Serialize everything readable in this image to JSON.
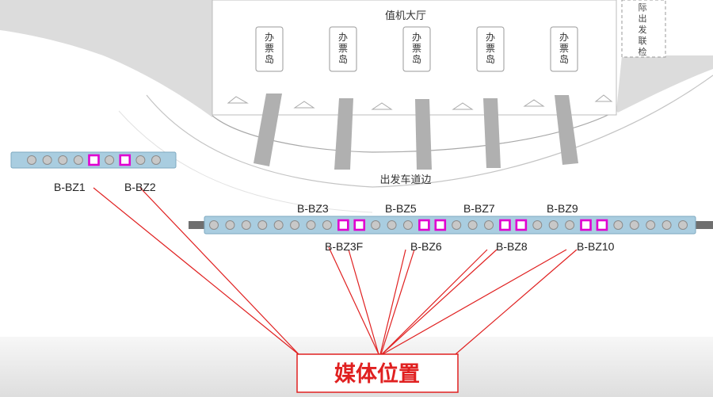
{
  "terminal": {
    "hall_label": "值机大厅",
    "counter_label": "办票岛",
    "counter_count": 5,
    "side_label": "际出发联检",
    "curb_label": "出发车道边"
  },
  "media": {
    "left_platform_slots": [
      0,
      0,
      0,
      0,
      1,
      0,
      1,
      0,
      0
    ],
    "right_platform_slots": [
      0,
      0,
      0,
      0,
      0,
      0,
      0,
      0,
      1,
      1,
      0,
      0,
      0,
      1,
      1,
      0,
      0,
      0,
      1,
      1,
      0,
      0,
      0,
      1,
      1,
      0,
      0,
      0,
      0,
      0
    ],
    "labels": [
      "B-BZ1",
      "B-BZ2",
      "B-BZ3",
      "B-BZ3F",
      "B-BZ5",
      "B-BZ6",
      "B-BZ7",
      "B-BZ8",
      "B-BZ9",
      "B-BZ10"
    ],
    "legend": "媒体位置",
    "highlight_color": "#e000d0",
    "leader_color": "#e02020"
  }
}
